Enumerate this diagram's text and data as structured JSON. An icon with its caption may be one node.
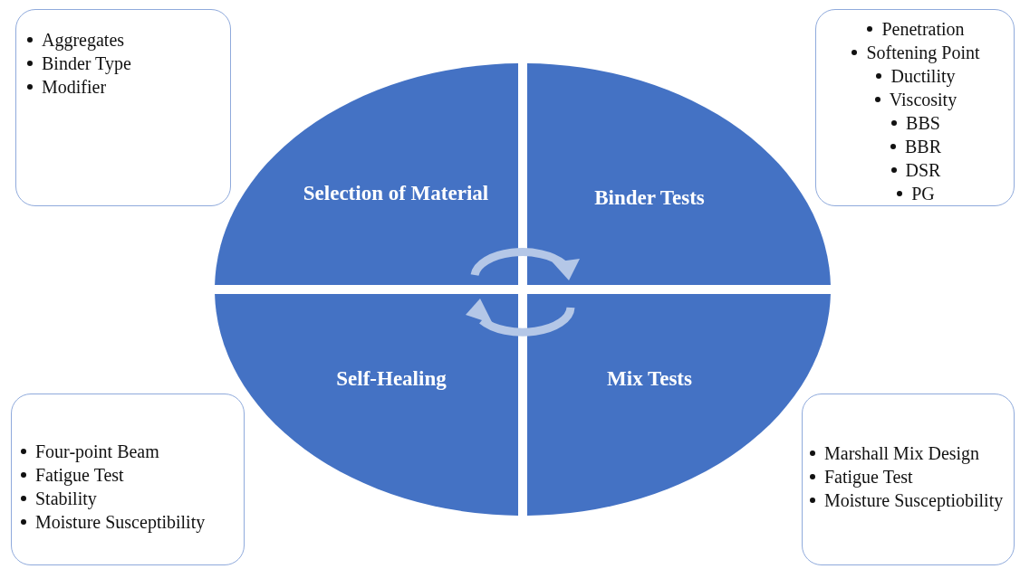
{
  "diagram": {
    "nodes": [
      {
        "text": [
          "Aggregates",
          "Binder Type",
          "Modifier"
        ]
      },
      {
        "text": [
          "Penetration",
          "Softening Point",
          "Ductility",
          "Viscosity",
          "BBS",
          "BBR",
          "DSR",
          "PG"
        ]
      },
      {
        "text": [
          "Selection of Material"
        ]
      },
      {
        "text": [
          "Binder Tests"
        ]
      },
      {
        "text": [
          "Self-Healing"
        ]
      },
      {
        "text": [
          "Mix Tests"
        ]
      },
      {
        "text": [
          "Four-point Beam",
          "Fatigue Test",
          "Stability",
          "Moisture Susceptibility"
        ]
      },
      {
        "text": [
          "Marshall Mix Design",
          "Fatigue Test",
          "Moisture Susceptiobility"
        ]
      }
    ],
    "edges": []
  }
}
